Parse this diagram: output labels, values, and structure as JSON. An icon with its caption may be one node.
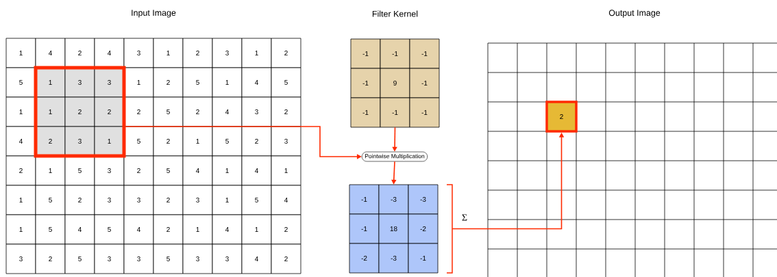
{
  "diagram": {
    "nodes": [
      {
        "text": [
          "Input Image",
          "1",
          "4",
          "2",
          "4",
          "3",
          "1",
          "2",
          "3",
          "1",
          "2",
          "5",
          "1",
          "2",
          "5",
          "1",
          "4",
          "5",
          "1",
          "2",
          "5",
          "2",
          "4",
          "3",
          "2",
          "4",
          "5",
          "2",
          "1",
          "5",
          "2",
          "3",
          "2",
          "1",
          "5",
          "3",
          "2",
          "5",
          "4",
          "1",
          "4",
          "1",
          "1",
          "5",
          "2",
          "3",
          "3",
          "2",
          "3",
          "1",
          "5",
          "4",
          "1",
          "5",
          "4",
          "5",
          "4",
          "2",
          "1",
          "4",
          "1",
          "2",
          "3",
          "2",
          "5",
          "3",
          "3",
          "5",
          "3",
          "3",
          "4",
          "2"
        ]
      },
      {
        "text": [
          "1",
          "3",
          "3",
          "1",
          "2",
          "2",
          "2",
          "3",
          "1"
        ],
        "in": 0
      },
      {
        "text": [
          "Filter Kernel",
          "-1",
          "-1",
          "-1",
          "-1",
          "9",
          "-1",
          "-1",
          "-1",
          "-1"
        ]
      },
      {
        "text": [
          "Pointwise Multiplication"
        ]
      },
      {
        "text": [
          "-1",
          "-3",
          "-3",
          "-1",
          "18",
          "-2",
          "-2",
          "-3",
          "-1"
        ]
      },
      {
        "text": [
          "Σ"
        ]
      },
      {
        "text": [
          "Output Image"
        ]
      },
      {
        "text": [
          "2"
        ],
        "in": 6
      }
    ],
    "edges": [
      {
        "from": 1,
        "to": 3,
        "arrow": "to"
      },
      {
        "from": 2,
        "to": 3,
        "arrow": "to"
      },
      {
        "from": 3,
        "to": 4,
        "arrow": "to"
      },
      {
        "from": 5,
        "to": 7,
        "arrow": "to"
      }
    ]
  }
}
